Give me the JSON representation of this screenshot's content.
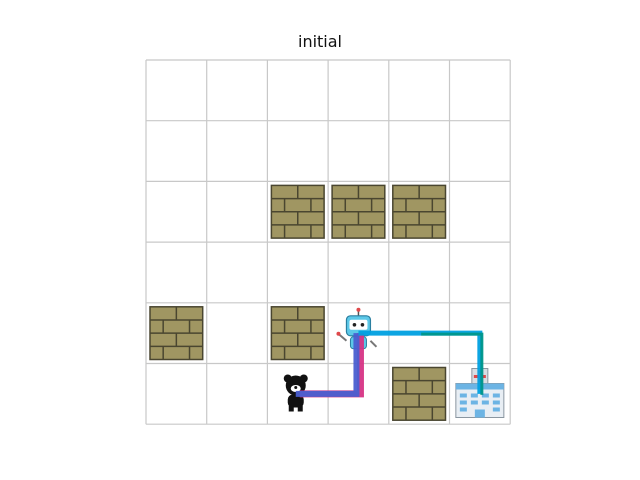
{
  "title": "initial",
  "grid": {
    "rows": 6,
    "cols": 6,
    "line_color": "#c8c8c8"
  },
  "cells": [
    {
      "row": 2,
      "col": 2,
      "type": "wall",
      "icon": "brick-wall-icon"
    },
    {
      "row": 2,
      "col": 3,
      "type": "wall",
      "icon": "brick-wall-icon"
    },
    {
      "row": 2,
      "col": 4,
      "type": "wall",
      "icon": "brick-wall-icon"
    },
    {
      "row": 4,
      "col": 0,
      "type": "wall",
      "icon": "brick-wall-icon"
    },
    {
      "row": 4,
      "col": 2,
      "type": "wall",
      "icon": "brick-wall-icon"
    },
    {
      "row": 5,
      "col": 4,
      "type": "wall",
      "icon": "brick-wall-icon"
    },
    {
      "row": 4,
      "col": 3,
      "type": "agent",
      "icon": "robot-icon"
    },
    {
      "row": 5,
      "col": 2,
      "type": "person",
      "icon": "bear-person-icon"
    },
    {
      "row": 5,
      "col": 5,
      "type": "goal",
      "icon": "hospital-icon"
    }
  ],
  "paths": [
    {
      "name": "person-to-robot-path",
      "color": "#d63384",
      "cells": [
        [
          5,
          2
        ],
        [
          5,
          3
        ],
        [
          4,
          3
        ]
      ]
    },
    {
      "name": "person-path-blue",
      "color": "#4a5fd0",
      "cells": [
        [
          5,
          2
        ],
        [
          5,
          3
        ],
        [
          4,
          3
        ]
      ]
    },
    {
      "name": "robot-to-hospital-path",
      "color": "#00a0e0",
      "cells": [
        [
          4,
          3
        ],
        [
          4,
          5
        ],
        [
          5,
          5
        ]
      ]
    },
    {
      "name": "robot-to-hospital-path-teal",
      "color": "#00968a",
      "cells": [
        [
          4,
          4
        ],
        [
          4,
          5
        ],
        [
          5,
          5
        ]
      ]
    }
  ],
  "colors": {
    "brick": "#a09662",
    "mortar": "#4a4630",
    "robot": "#5cc8e8",
    "hospital": "#6cb4e4",
    "cross": "#e0484a"
  }
}
